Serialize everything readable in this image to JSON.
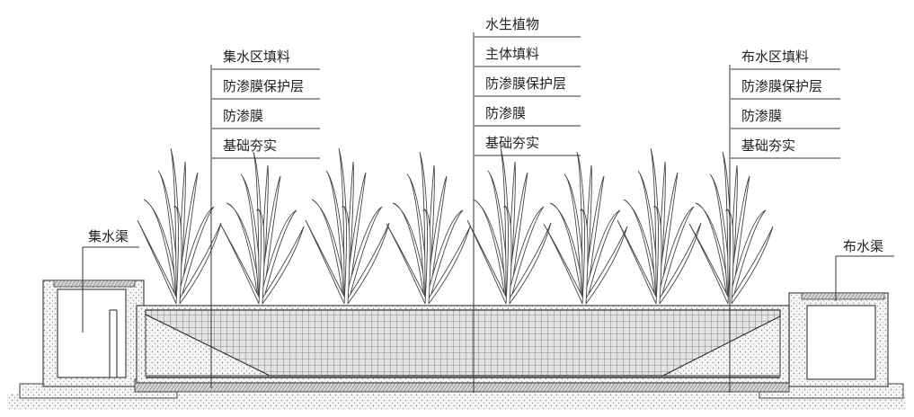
{
  "left_callout": [
    "集水区填料",
    "防渗膜保护层",
    "防渗膜",
    "基础夯实"
  ],
  "center_callout": [
    "水生植物",
    "主体填料",
    "防渗膜保护层",
    "防渗膜",
    "基础夯实"
  ],
  "right_callout": [
    "布水区填料",
    "防渗膜保护层",
    "防渗膜",
    "基础夯实"
  ],
  "left_channel_label": "集水渠",
  "right_channel_label": "布水渠",
  "colors": {
    "line": "#333333",
    "fill_light": "#f1f1f1",
    "fill_grid": "#dcdcdc"
  }
}
